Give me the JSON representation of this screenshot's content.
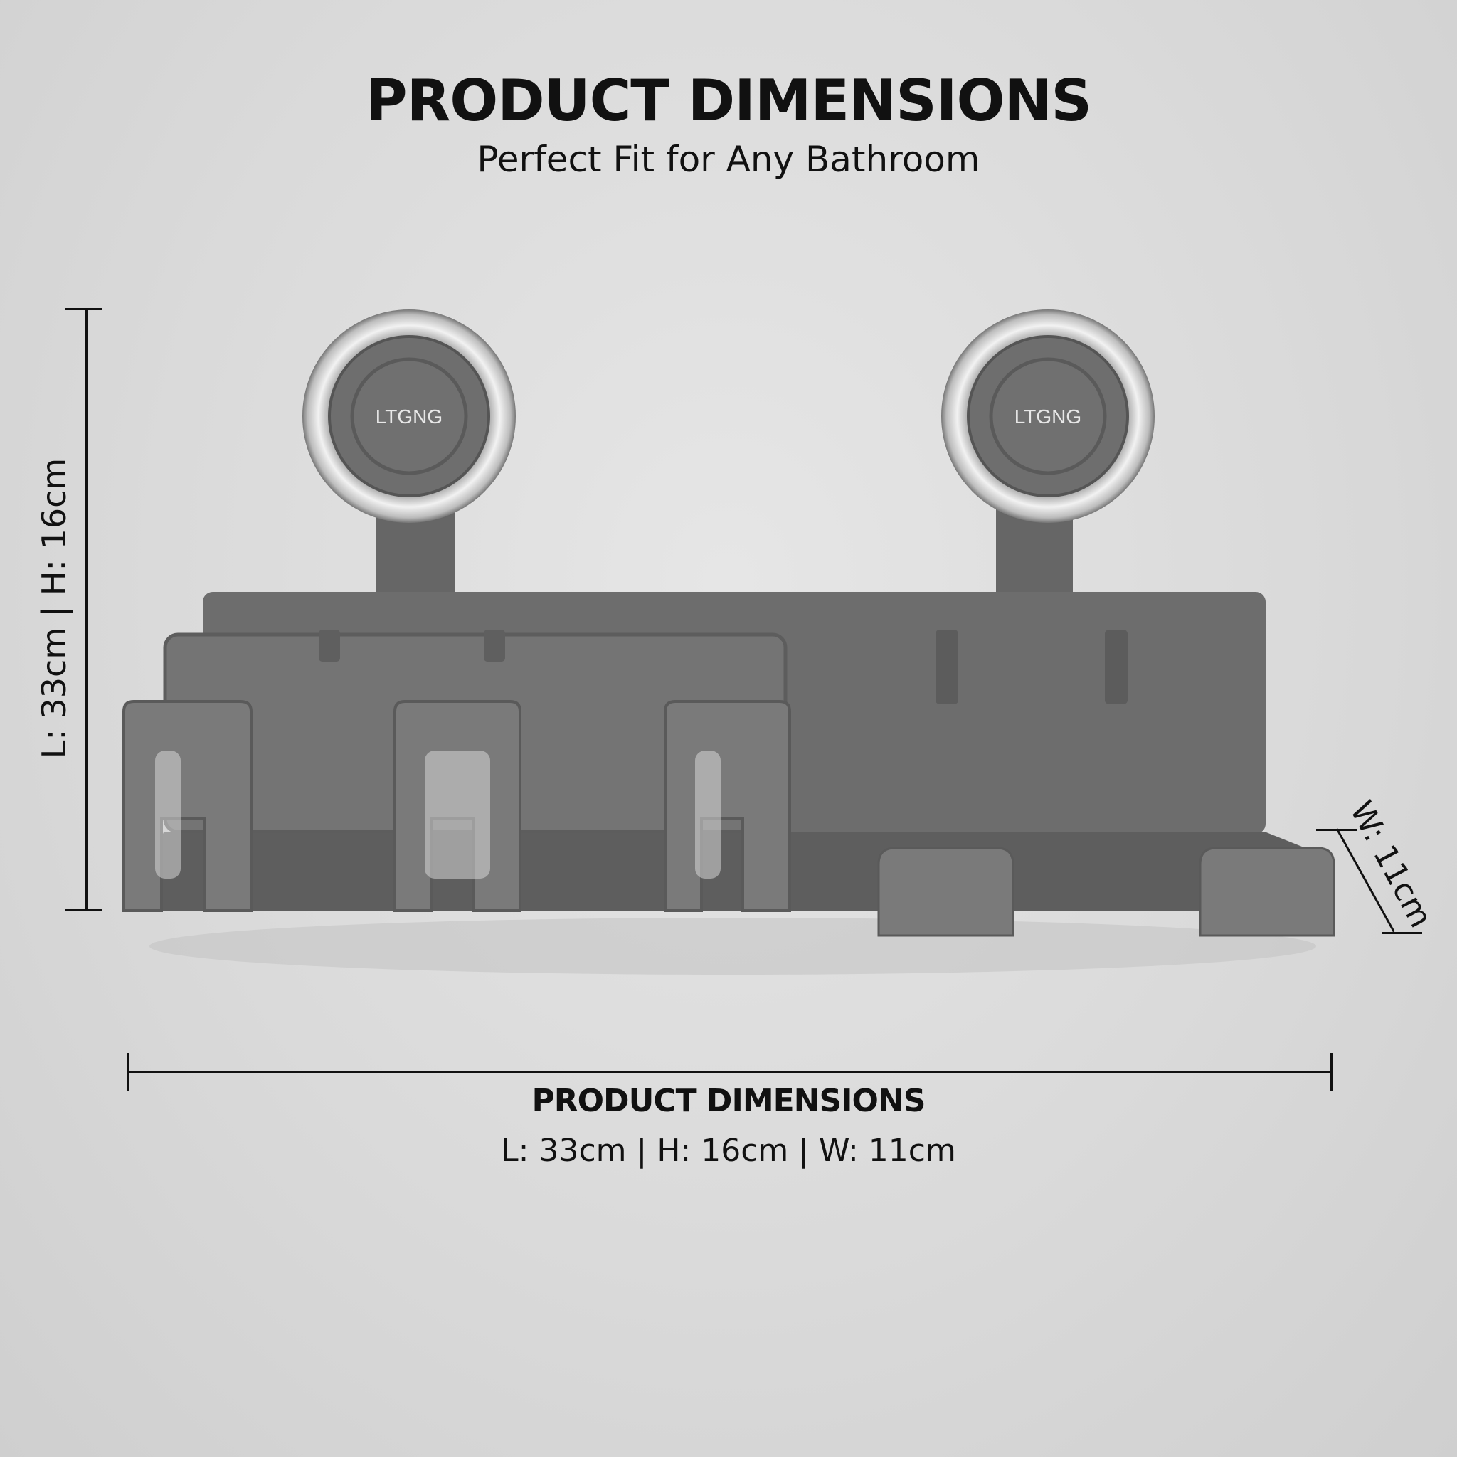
{
  "header": {
    "title": "PRODUCT DIMENSIONS",
    "subtitle": "Perfect Fit for Any Bathroom"
  },
  "dimensions": {
    "height_label": "L: 33cm | H: 16cm",
    "width_label": "W: 11cm"
  },
  "product": {
    "brand": "LTGNG",
    "color": "#6b6b6b"
  },
  "footer": {
    "title": "PRODUCT DIMENSIONS",
    "dimensions": "L: 33cm | H: 16cm | W: 11cm"
  }
}
